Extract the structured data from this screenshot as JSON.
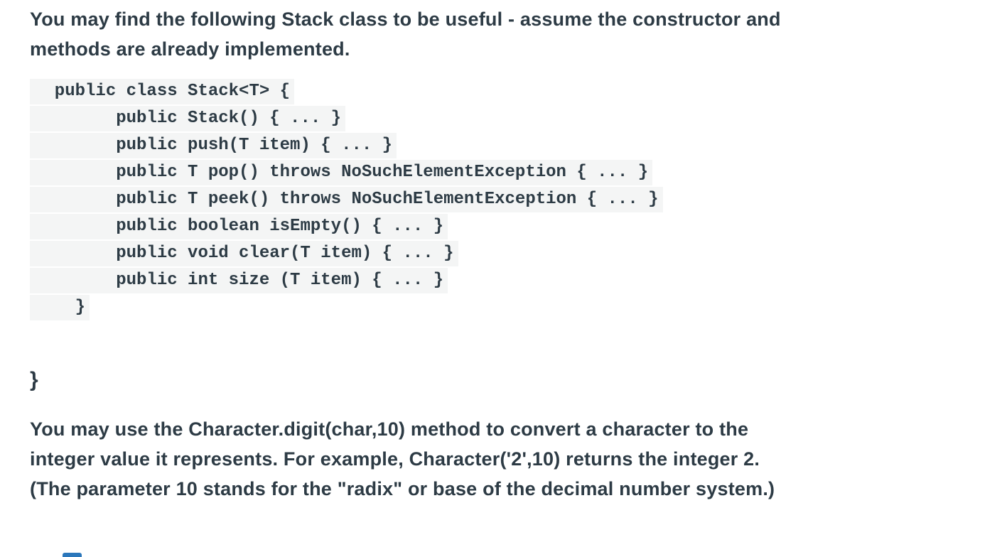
{
  "page": {
    "background_color": "#ffffff",
    "text_color": "#2D3B45",
    "code_background_color": "#F4F5F5",
    "accent_blue": "#2B77BB"
  },
  "intro": {
    "lines": [
      "You may find the following Stack class to be useful - assume the constructor and",
      "methods are already implemented."
    ]
  },
  "code": {
    "lines": [
      "  public class Stack<T> {",
      "        public Stack() { ... }",
      "        public push(T item) { ... }",
      "        public T pop() throws NoSuchElementException { ... }",
      "        public T peek() throws NoSuchElementException { ... }",
      "        public boolean isEmpty() { ... }",
      "        public void clear(T item) { ... }",
      "        public int size (T item) { ... }",
      "    }"
    ]
  },
  "closing_brace": "}",
  "note": {
    "lines": [
      "You may use the Character.digit(char,10) method to convert a character to the",
      "integer value it represents. For example, Character('2',10) returns the integer 2.",
      "(The parameter 10 stands for the \"radix\" or base of the decimal number system.)"
    ]
  }
}
